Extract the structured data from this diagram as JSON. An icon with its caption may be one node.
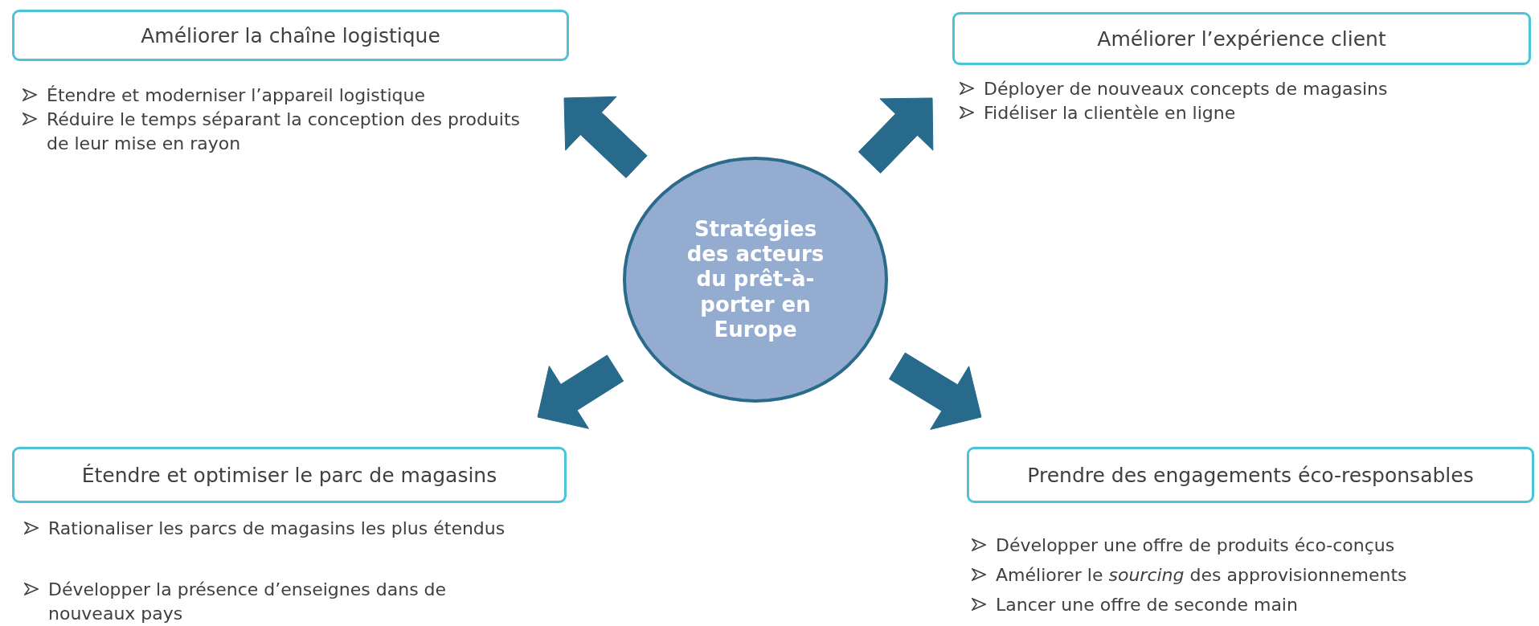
{
  "diagram": {
    "nodes": [
      {
        "text": [
          "Améliorer la chaîne logistique"
        ],
        "beside": [
          "Étendre et moderniser l’appareil logistique",
          "Réduire le temps séparant la conception des produits de leur mise en rayon"
        ]
      },
      {
        "text": [
          "Améliorer l’expérience client"
        ],
        "beside": [
          "Déployer de nouveaux concepts de magasins",
          "Fidéliser la clientèle en ligne"
        ]
      },
      {
        "text": [
          "Stratégies des acteurs du prêt-à-porter en Europe"
        ]
      },
      {
        "text": [
          "Étendre et optimiser le parc de magasins"
        ],
        "beside": [
          "Rationaliser les parcs de magasins les plus étendus",
          "Développer la présence d’enseignes dans de nouveaux pays"
        ]
      },
      {
        "text": [
          "Prendre des engagements éco-responsables"
        ],
        "beside": [
          "Développer une offre de produits éco-conçus",
          "Améliorer le *sourcing* des approvisionnements",
          "Lancer une offre de seconde main"
        ]
      }
    ],
    "edges": [
      {
        "from": 2,
        "to": 0,
        "arrow": "to"
      },
      {
        "from": 2,
        "to": 1,
        "arrow": "to"
      },
      {
        "from": 2,
        "to": 3,
        "arrow": "to"
      },
      {
        "from": 2,
        "to": 4,
        "arrow": "to"
      }
    ]
  }
}
